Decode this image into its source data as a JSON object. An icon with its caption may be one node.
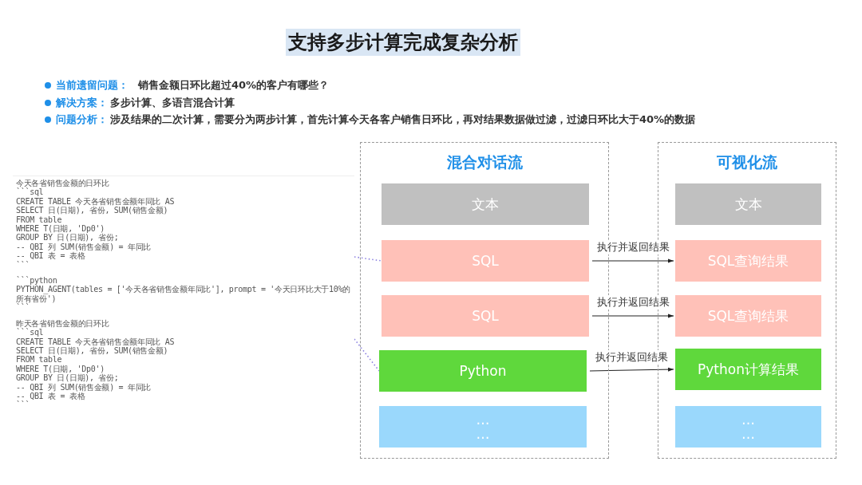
{
  "diagram": {
    "title": "支持多步计算完成复杂分析",
    "nodes": [
      {
        "text": [
          "今天各省销售金额的日环比",
          "```sql",
          "CREATE TABLE 今天各省销售金额年同比 AS",
          "SELECT 日(日期), 省份, SUM(销售金额)",
          "FROM table",
          "WHERE T(日期, 'Dp0')",
          "GROUP BY 日(日期), 省份;",
          "-- QBI 列 SUM(销售金额) = 年同比",
          "-- QBI 表 = 表格",
          "```",
          "```python",
          "PYTHON_AGENT(tables = ['今天各省销售金额年同比'], prompt = '今天日环比大于10%的所有省份')",
          "```",
          "昨天各省销售金额的日环比",
          "```sql",
          "CREATE TABLE 今天各省销售金额年同比 AS",
          "SELECT 日(日期), 省份, SUM(销售金额)",
          "FROM table",
          "WHERE T(日期, 'Dp0')",
          "GROUP BY 日(日期), 省份;",
          "-- QBI 列 SUM(销售金额) = 年同比",
          "-- QBI 表 = 表格",
          "```"
        ]
      },
      {
        "text": [
          "混合对话流"
        ]
      },
      {
        "text": [
          "文本"
        ],
        "in": 1
      },
      {
        "text": [
          "SQL"
        ],
        "in": 1
      },
      {
        "text": [
          "SQL"
        ],
        "in": 1
      },
      {
        "text": [
          "Python"
        ],
        "in": 1
      },
      {
        "text": [
          "…",
          "…"
        ],
        "in": 1
      },
      {
        "text": [
          "可视化流"
        ]
      },
      {
        "text": [
          "文本"
        ],
        "in": 7
      },
      {
        "text": [
          "SQL查询结果"
        ],
        "in": 7
      },
      {
        "text": [
          "SQL查询结果"
        ],
        "in": 7
      },
      {
        "text": [
          "Python计算结果"
        ],
        "in": 7
      },
      {
        "text": [
          "…",
          "…"
        ],
        "in": 7
      }
    ],
    "edges": [
      {
        "from": 3,
        "to": 9,
        "arrow": "to",
        "label": "执行并返回结果"
      },
      {
        "from": 4,
        "to": 10,
        "arrow": "to",
        "label": "执行并返回结果"
      },
      {
        "from": 5,
        "to": 11,
        "arrow": "to",
        "label": "执行并返回结果"
      },
      {
        "from": 0,
        "to": 3,
        "arrow": "none",
        "style": "dashed",
        "color": "#8b80e0"
      },
      {
        "from": 0,
        "to": 5,
        "arrow": "none",
        "style": "dashed",
        "color": "#8b80e0"
      }
    ],
    "labels": [
      "当前遗留问题：",
      "销售金额日环比超过40%的客户有哪些？",
      "解决方案：",
      "多步计算、多语言混合计算",
      "问题分析：",
      "涉及结果的二次计算，需要分为两步计算，首先计算今天各客户销售日环比，再对结果数据做过滤，过滤日环比大于40%的数据"
    ]
  }
}
